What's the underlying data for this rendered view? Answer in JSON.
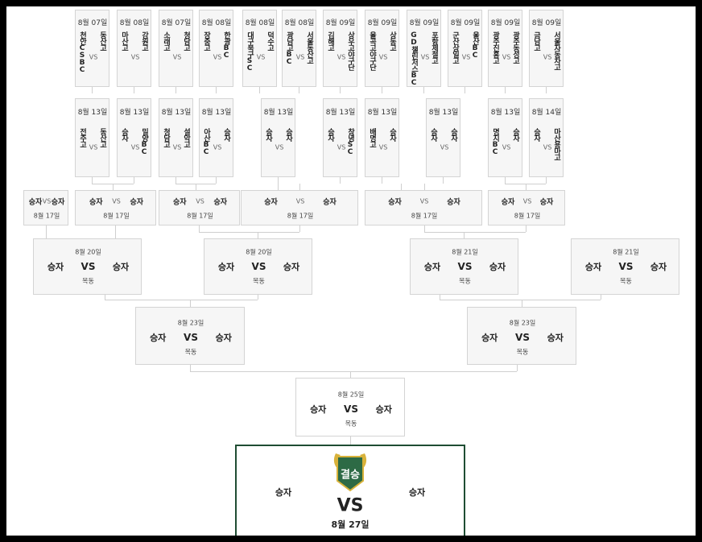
{
  "round1": [
    {
      "date": "8월 07일",
      "home": "천안CSBC",
      "away": "동산고"
    },
    {
      "date": "8월 08일",
      "home": "마산고",
      "away": "강원고"
    },
    {
      "date": "8월 07일",
      "home": "소래고",
      "away": "청담고"
    },
    {
      "date": "8월 08일",
      "home": "장충고",
      "away": "한광BC"
    },
    {
      "date": "8월 08일",
      "home": "대구북구SC",
      "away": "덕수고"
    },
    {
      "date": "8월 08일",
      "home": "광남고BC",
      "away": "서울동산고"
    },
    {
      "date": "8월 09일",
      "home": "김해고",
      "away": "상우고야구단"
    },
    {
      "date": "8월 09일",
      "home": "율곡고야구단",
      "away": "상동고"
    },
    {
      "date": "8월 09일",
      "home": "GD챌린저스BC",
      "away": "포항제철고"
    },
    {
      "date": "8월 09일",
      "home": "군산상일고",
      "away": "울산BC"
    },
    {
      "date": "8월 09일",
      "home": "광주진흥고",
      "away": "광주동성고"
    },
    {
      "date": "8월 09일",
      "home": "금남고",
      "away": "서울자동차고"
    }
  ],
  "round2": [
    {
      "date": "8월 13일",
      "home": "전주고",
      "away": "동산고"
    },
    {
      "date": "8월 13일",
      "home": "승자",
      "away": "밀양BC"
    },
    {
      "date": "8월 13일",
      "home": "청담고",
      "away": "설악고"
    },
    {
      "date": "8월 13일",
      "home": "아산BC",
      "away": "승자"
    },
    {
      "date": "8월 13일",
      "home": "승자",
      "away": "승자"
    },
    {
      "date": "8월 13일",
      "home": "승자",
      "away": "창녕SC"
    },
    {
      "date": "8월 13일",
      "home": "배명고",
      "away": "승자"
    },
    {
      "date": "8월 13일",
      "home": "승자",
      "away": "승자"
    },
    {
      "date": "8월 13일",
      "home": "명지BC",
      "away": "승자"
    },
    {
      "date": "8월 14일",
      "home": "승자",
      "away": "마산용마고"
    }
  ],
  "round3": [
    {
      "date": "8월 17일",
      "home": "승자",
      "away": "승자"
    },
    {
      "date": "8월 17일",
      "home": "승자",
      "away": "승자"
    },
    {
      "date": "8월 17일",
      "home": "승자",
      "away": "승자"
    },
    {
      "date": "8월 17일",
      "home": "승자",
      "away": "승자"
    },
    {
      "date": "8월 17일",
      "home": "승자",
      "away": "승자"
    },
    {
      "date": "8월 17일",
      "home": "승자",
      "away": "승자"
    }
  ],
  "round4": [
    {
      "date": "8월 20일",
      "home": "승자",
      "away": "승자",
      "venue": "목동"
    },
    {
      "date": "8월 20일",
      "home": "승자",
      "away": "승자",
      "venue": "목동"
    },
    {
      "date": "8월 21일",
      "home": "승자",
      "away": "승자",
      "venue": "목동"
    },
    {
      "date": "8월 21일",
      "home": "승자",
      "away": "승자",
      "venue": "목동"
    }
  ],
  "semi": [
    {
      "date": "8월 23일",
      "home": "승자",
      "away": "승자",
      "venue": "목동"
    },
    {
      "date": "8월 23일",
      "home": "승자",
      "away": "승자",
      "venue": "목동"
    }
  ],
  "r6": {
    "date": "8월 25일",
    "home": "승자",
    "away": "승자",
    "venue": "목동"
  },
  "final": {
    "badge": "결승",
    "home": "승자",
    "away": "승자",
    "vs": "VS",
    "date": "8월 27일"
  },
  "vs_label": "VS",
  "colors": {
    "final_border": "#1f4d33",
    "badge_green": "#2d6a45",
    "badge_gold": "#d8b23a"
  }
}
